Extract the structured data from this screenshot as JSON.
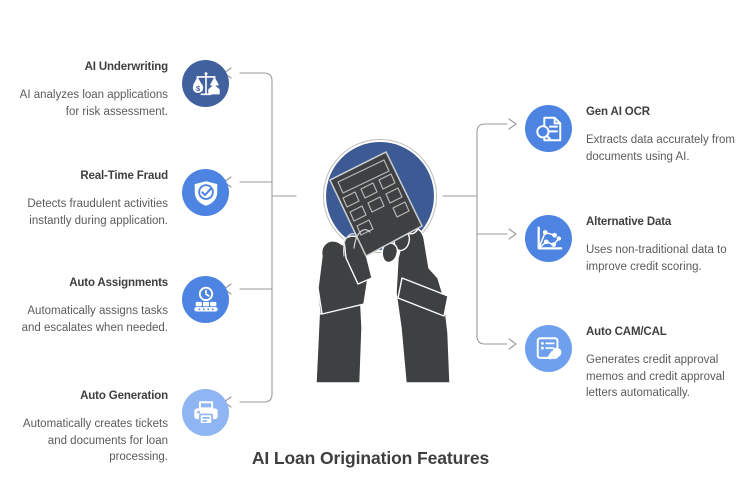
{
  "title": "AI Loan Origination Features",
  "colors": {
    "icon_dark_blue": "#40619e",
    "icon_blue": "#4d84e2",
    "icon_light_blue": "#8fb5f2",
    "connector": "#9a9a9a",
    "heading_text": "#3f3f3f",
    "body_text": "#5b5b5b",
    "illustration_dark": "#3f4042",
    "illustration_circle": "#3c5a94"
  },
  "left_features": [
    {
      "title": "AI Underwriting",
      "description": "AI analyzes loan applications for risk assessment.",
      "icon": "scales-balance-icon",
      "icon_color": "#40619e"
    },
    {
      "title": "Real-Time Fraud",
      "description": "Detects fraudulent activities instantly during application.",
      "icon": "shield-check-icon",
      "icon_color": "#4d84e2"
    },
    {
      "title": "Auto Assignments",
      "description": "Automatically assigns tasks and escalates when needed.",
      "icon": "clock-conveyor-icon",
      "icon_color": "#4d84e2"
    },
    {
      "title": "Auto Generation",
      "description": "Automatically creates tickets and documents for loan processing.",
      "icon": "printer-icon",
      "icon_color": "#8fb5f2"
    }
  ],
  "right_features": [
    {
      "title": "Gen AI OCR",
      "description": "Extracts data accurately from documents using AI.",
      "icon": "document-search-icon",
      "icon_color": "#4d84e2"
    },
    {
      "title": "Alternative Data",
      "description": "Uses non-traditional data to improve credit scoring.",
      "icon": "scatter-chart-icon",
      "icon_color": "#4d84e2"
    },
    {
      "title": "Auto CAM/CAL",
      "description": "Generates credit approval memos and credit approval letters automatically.",
      "icon": "form-signature-icon",
      "icon_color": "#6fa0ee"
    }
  ],
  "center": {
    "illustration": "hands-holding-calculator-illustration"
  }
}
